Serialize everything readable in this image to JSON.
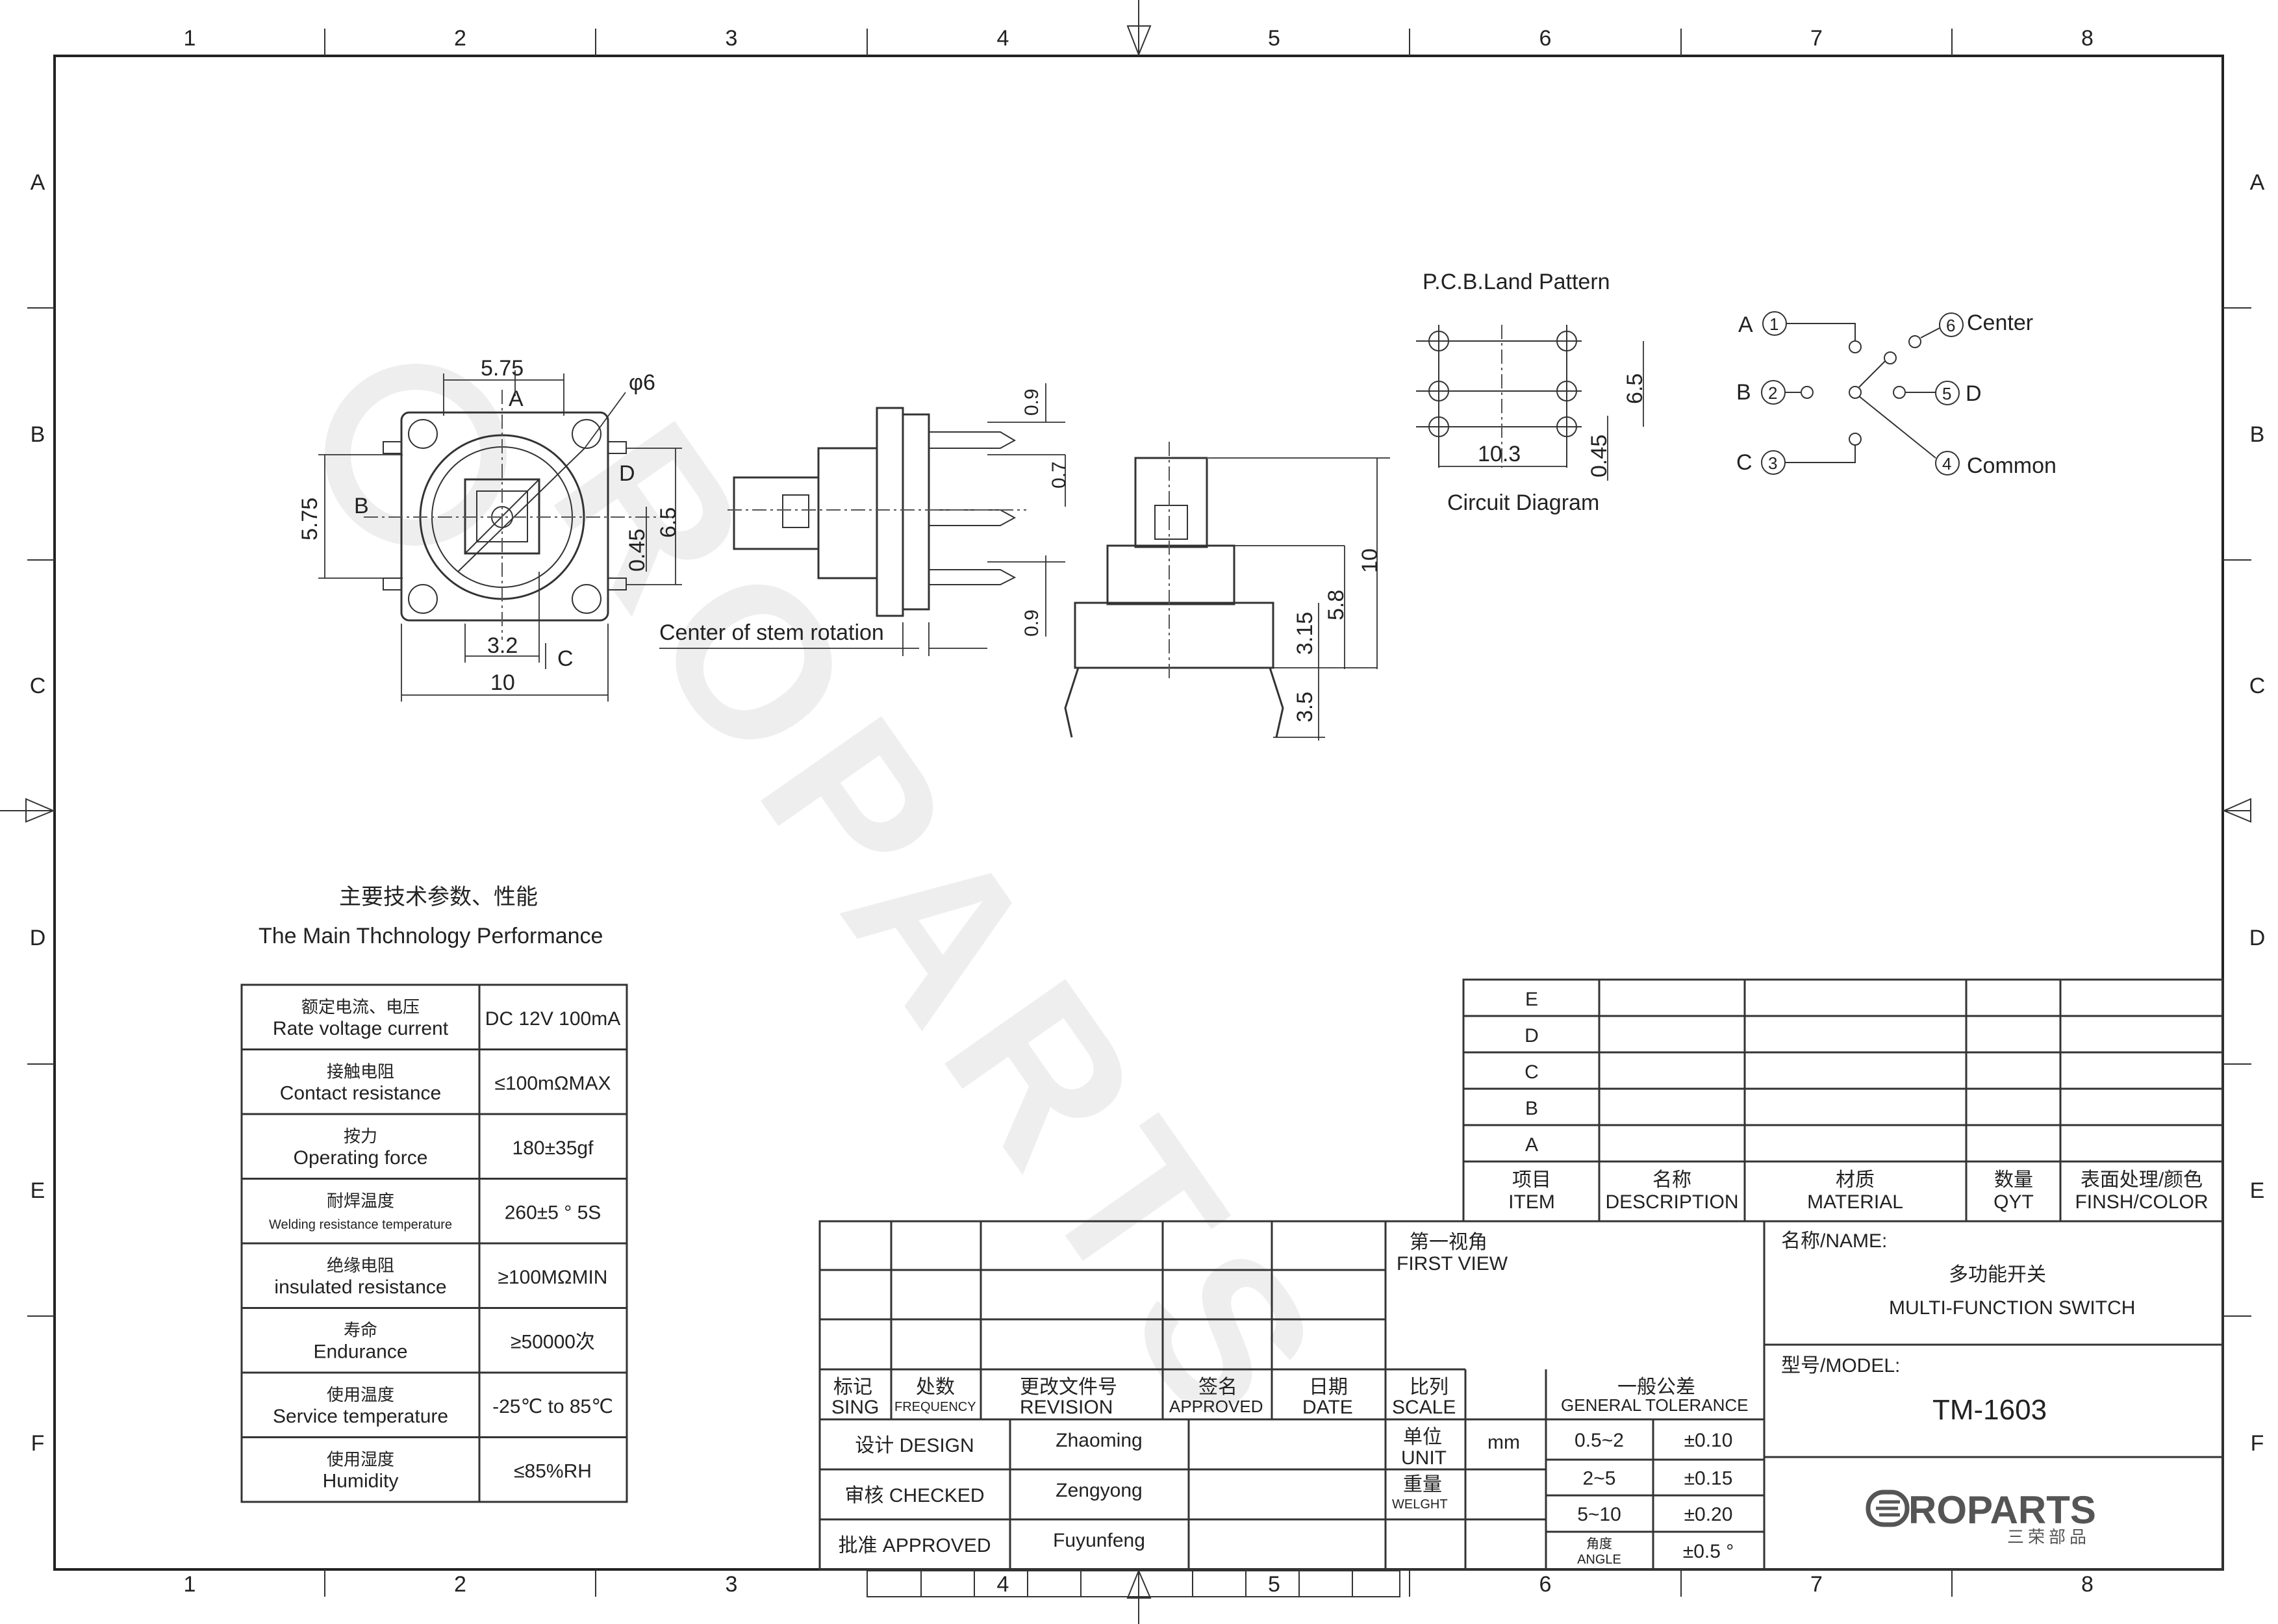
{
  "frame": {
    "columns": [
      "1",
      "2",
      "3",
      "4",
      "5",
      "6",
      "7",
      "8"
    ],
    "rows": [
      "A",
      "B",
      "C",
      "D",
      "E",
      "F"
    ]
  },
  "top_view": {
    "dims": {
      "width_top": "5.75",
      "diameter": "φ6",
      "side_left": "5.75",
      "right_6_5": "6.5",
      "right_0_45": "0.45",
      "bottom_3_2": "3.2",
      "bottom_10": "10"
    },
    "pins": {
      "a": "A",
      "b": "B",
      "c": "C",
      "d": "D"
    }
  },
  "side_view": {
    "dims": {
      "top_0_9": "0.9",
      "mid_0_7": "0.7",
      "bot_0_9": "0.9"
    },
    "note": "Center of stem rotation"
  },
  "front_view": {
    "dims": {
      "h10": "10",
      "h5_8": "5.8",
      "h3_15": "3.15",
      "h3_5": "3.5"
    }
  },
  "pcb": {
    "title": "P.C.B.Land Pattern",
    "dims": {
      "pitch_6_5": "6.5",
      "width_10_3": "10.3",
      "hole_0_45": "0.45"
    },
    "caption": "Circuit Diagram"
  },
  "circuit": {
    "pins": [
      {
        "letter": "A",
        "num": "1"
      },
      {
        "letter": "B",
        "num": "2"
      },
      {
        "letter": "C",
        "num": "3"
      }
    ],
    "right_pins": [
      {
        "num": "6",
        "label": "Center"
      },
      {
        "num": "5",
        "label": "D"
      },
      {
        "num": "4",
        "label": "Common"
      }
    ]
  },
  "specs": {
    "title_cn": "主要技术参数、性能",
    "title_en": "The Main Thchnology Performance",
    "rows": [
      {
        "cn": "额定电流、电压",
        "en": "Rate voltage current",
        "value": "DC 12V 100mA",
        "small": false
      },
      {
        "cn": "接触电阻",
        "en": "Contact resistance",
        "value": "≤100mΩMAX",
        "small": false
      },
      {
        "cn": "按力",
        "en": "Operating  force",
        "value": "180±35gf",
        "small": false
      },
      {
        "cn": "耐焊温度",
        "en": "Welding resistance temperature",
        "value": "260±5 ° 5S",
        "small": true
      },
      {
        "cn": "绝缘电阻",
        "en": "insulated resistance",
        "value": "≥100MΩMIN",
        "small": false
      },
      {
        "cn": "寿命",
        "en": "Endurance",
        "value": "≥50000次",
        "small": false
      },
      {
        "cn": "使用温度",
        "en": "Service temperature",
        "value": "-25℃ to 85℃",
        "small": false
      },
      {
        "cn": "使用湿度",
        "en": "Humidity",
        "value": "≤85%RH",
        "small": false
      }
    ]
  },
  "bom": {
    "rows": [
      "E",
      "D",
      "C",
      "B",
      "A"
    ],
    "header": [
      {
        "cn": "项目",
        "en": "ITEM"
      },
      {
        "cn": "名称",
        "en": "DESCRIPTION"
      },
      {
        "cn": "材质",
        "en": "MATERIAL"
      },
      {
        "cn": "数量",
        "en": "QYT"
      },
      {
        "cn": "表面处理/颜色",
        "en": "FINSH/COLOR"
      }
    ]
  },
  "title_block": {
    "rev_header": {
      "sing_cn": "标记",
      "sing_en": "SING",
      "freq_cn": "处数",
      "freq_en": "FREQUENCY",
      "rev_cn": "更改文件号",
      "rev_en": "REVISION",
      "appr_cn": "签名",
      "appr_en": "APPROVED",
      "date_cn": "日期",
      "date_en": "DATE"
    },
    "view_cn": "第一视角",
    "view_en": "FIRST VIEW",
    "scale_cn": "比列",
    "scale_en": "SCALE",
    "tol_cn": "一般公差",
    "tol_en": "GENERAL TOLERANCE",
    "unit_cn": "单位",
    "unit_en": "UNIT",
    "unit_value": "mm",
    "weight_cn": "重量",
    "weight_en": "WELGHT",
    "tolerances": [
      {
        "range": "0.5~2",
        "value": "±0.10",
        "small": false
      },
      {
        "range": "2~5",
        "value": "±0.15",
        "small": false
      },
      {
        "range": "5~10",
        "value": "±0.20",
        "small": false
      },
      {
        "range": "角度",
        "range2": "ANGLE",
        "value": "±0.5 °",
        "small": true
      }
    ],
    "people": [
      {
        "role": "设计 DESIGN",
        "name": "Zhaoming"
      },
      {
        "role": "审核 CHECKED",
        "name": "Zengyong"
      },
      {
        "role": "批准 APPROVED",
        "name": "Fuyunfeng"
      }
    ],
    "name_label": "名称/NAME:",
    "name_cn": "多功能开关",
    "name_en": "MULTI-FUNCTION SWITCH",
    "model_label": "型号/MODEL:",
    "model": "TM-1603",
    "logo_text": "ROPARTS",
    "logo_cn": "三荣部品"
  },
  "watermark": "ROPARTS"
}
